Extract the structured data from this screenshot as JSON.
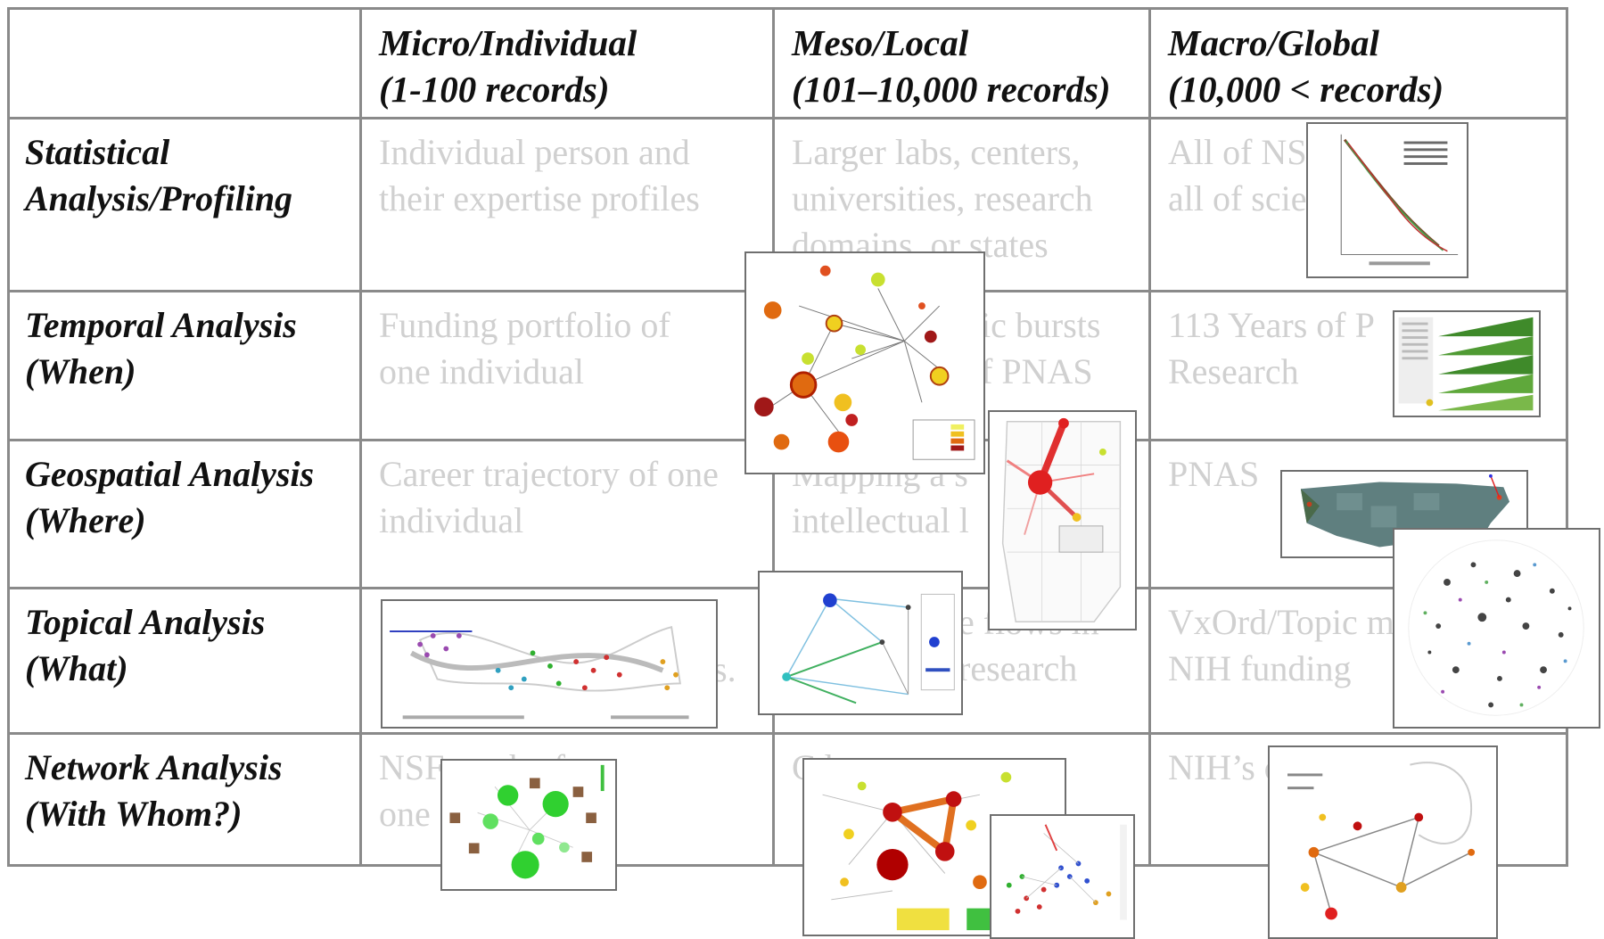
{
  "columns": {
    "micro": "Micro/Individual\n(1-100 records)",
    "meso": "Meso/Local\n(101–10,000 records)",
    "macro": "Macro/Global\n(10,000 < records)"
  },
  "rows": {
    "statistical": "Statistical\nAnalysis/Profiling",
    "temporal": "Temporal Analysis\n(When)",
    "geospatial": "Geospatial Analysis\n(Where)",
    "topical": "Topical Analysis\n(What)",
    "network": "Network Analysis\n(With Whom?)"
  },
  "cells": {
    "stat_micro": "Individual person and\ntheir expertise profiles",
    "stat_meso": "Larger labs, centers,\nuniversities, research\ndomains, or states",
    "stat_macro": "All of NS      SA,\nall of scie",
    "temp_micro": "Funding portfolio of\none individual",
    "temp_meso": "ic bursts\nf PNAS",
    "temp_macro": "113 Years of P\nResearch",
    "geo_micro": "Career trajectory of one\nindividual",
    "geo_meso": "Mapping a s\nintellectual l",
    "geo_macro": "PNAS",
    "topic_micro": "s.",
    "topic_meso": "e flows in\nresearch",
    "topic_macro": "VxOrd/Topic m\nNIH funding",
    "net_micro": "NSF      work of\none",
    "net_meso": "C                 k",
    "net_macro": "NIH’s                    cy"
  },
  "colors": {
    "grid": "#8a8a8a",
    "faded_text": "#d0d0d0",
    "header_text": "#111111"
  }
}
